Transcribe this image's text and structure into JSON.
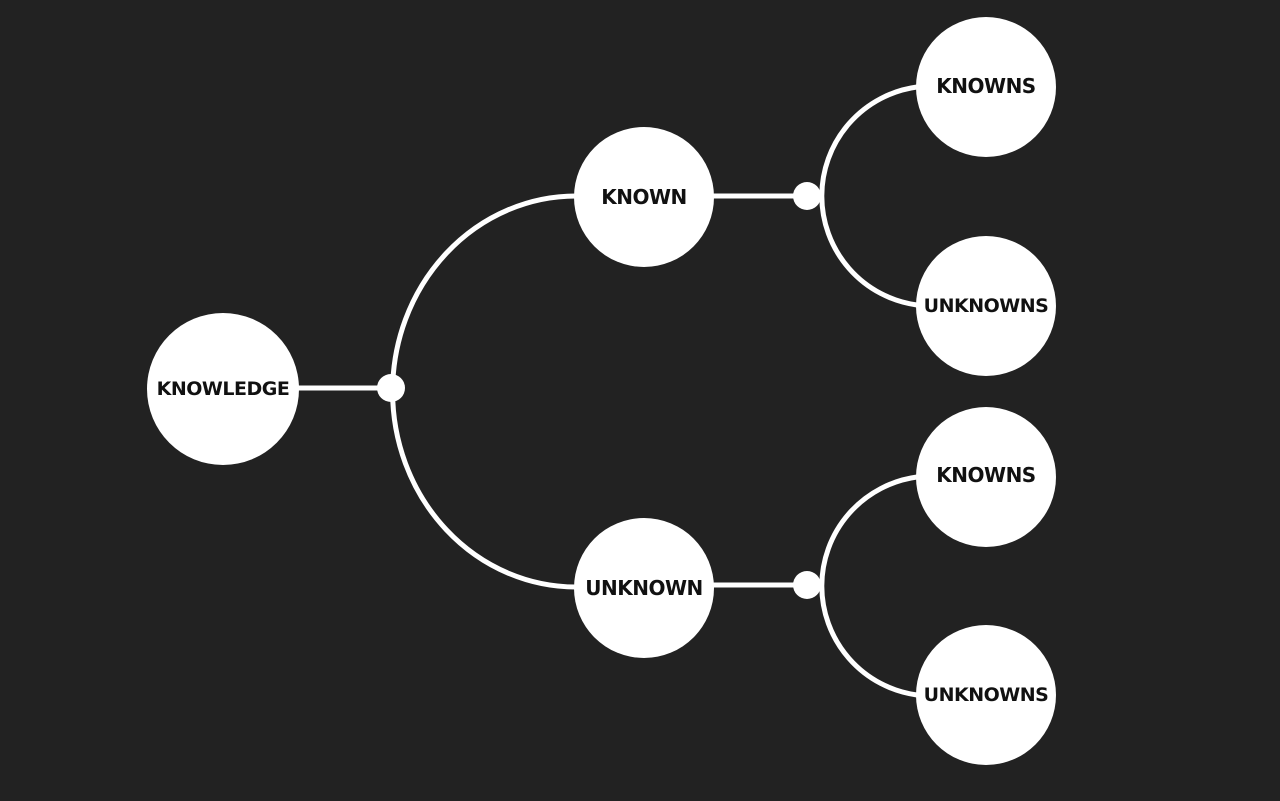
{
  "diagram": {
    "colors": {
      "background": "#222222",
      "node_fill": "#ffffff",
      "edge": "#ffffff",
      "label": "#111111"
    },
    "nodes": {
      "root": "KNOWLEDGE",
      "known": "KNOWN",
      "unknown": "UNKNOWN",
      "known_knowns": "KNOWNS",
      "known_unknowns": "UNKNOWNS",
      "unknown_knowns": "KNOWNS",
      "unknown_unknowns": "UNKNOWNS"
    },
    "edges": [
      [
        "root",
        "known"
      ],
      [
        "root",
        "unknown"
      ],
      [
        "known",
        "known_knowns"
      ],
      [
        "known",
        "known_unknowns"
      ],
      [
        "unknown",
        "unknown_knowns"
      ],
      [
        "unknown",
        "unknown_unknowns"
      ]
    ]
  }
}
